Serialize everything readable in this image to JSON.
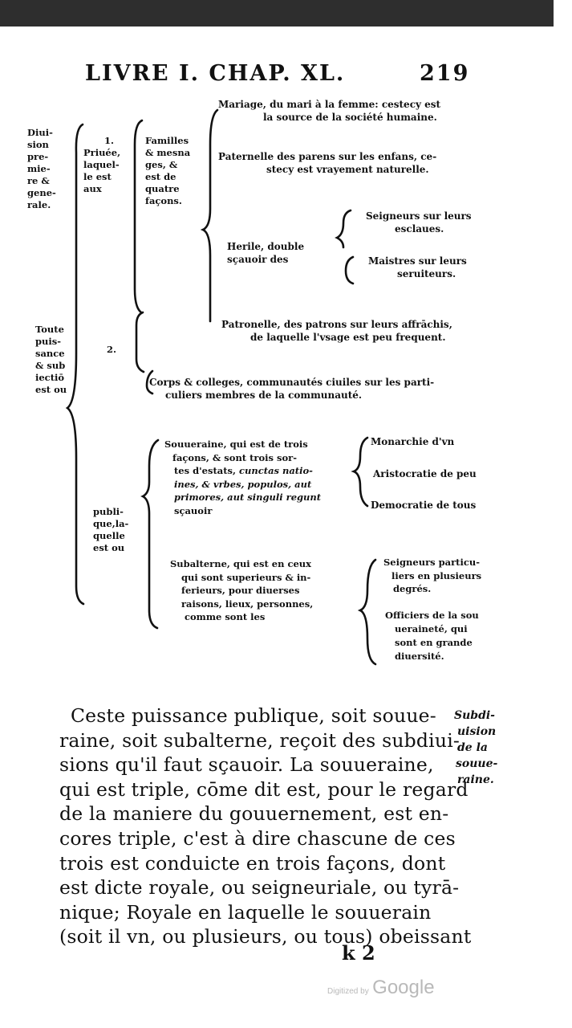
{
  "header": {
    "running_title": "LIVRE I. CHAP. XL.",
    "page_number": "219"
  },
  "outline": {
    "col1": [
      "Diui-",
      "sion",
      "pre-",
      "mie-",
      "re &",
      "gene-",
      "rale."
    ],
    "col1b": [
      "Toute",
      "puis-",
      "sance",
      "& sub",
      "iectiō",
      "est ou"
    ],
    "num1": "1.",
    "priuee": [
      "Priuée,",
      "laquel-",
      "le est",
      "aux"
    ],
    "num2": "2.",
    "publique": [
      "publi-",
      "que,la-",
      "quelle",
      "est ou"
    ],
    "familles": [
      "Familles",
      "& mesna",
      "ges, &",
      "est de",
      "quatre",
      "façons."
    ],
    "mariage": [
      "Mariage, du mari à la femme: cestecy est",
      "la source de la société humaine."
    ],
    "paternelle": [
      "Paternelle des parens sur les enfans, ce-",
      "stecy est vrayement naturelle."
    ],
    "herile": [
      "Herile, double",
      "sçauoir des"
    ],
    "seigneurs_esclaues": [
      "Seigneurs sur leurs",
      "esclaues."
    ],
    "maistres": [
      "Maistres sur leurs",
      "seruiteurs."
    ],
    "patronelle": [
      "Patronelle, des patrons sur leurs affrāchis,",
      "de laquelle l'vsage est peu frequent."
    ],
    "corps": [
      "Corps & colleges, communautés ciuiles sur les parti-",
      "culiers membres de la communauté."
    ],
    "souueraine": [
      "Souueraine, qui est de trois",
      "façons, & sont trois sor-",
      "tes d'estats,",
      "ines, & vrbes, populos, aut",
      "primores, aut singuli regunt",
      "sçauoir"
    ],
    "souueraine_italic_a": "cunctas natio-",
    "monarchie": "Monarchie d'vn",
    "aristocratie": "Aristocratie de peu",
    "democratie": "Democratie de tous",
    "subalterne": [
      "Subalterne, qui est en ceux",
      "qui sont superieurs & in-",
      "ferieurs, pour diuerses",
      "raisons, lieux, personnes,",
      "comme sont les"
    ],
    "seigneurs_partic": [
      "Seigneurs particu-",
      "liers en plusieurs",
      "degrés."
    ],
    "officiers": [
      "Officiers de la sou",
      "ueraineté, qui",
      "sont en grande",
      "diuersité."
    ]
  },
  "body_lines": [
    "Ceste puissance publique, soit souue-",
    "raine, soit subalterne, reçoit des subdiui-",
    "sions qu'il faut sçauoir. La souueraine,",
    "qui est triple, cōme dit est, pour le regard",
    "de la maniere du gouuernement, est en-",
    "cores triple, c'est à dire chascune de ces",
    "trois est conduicte en trois façons, dont",
    "est dicte royale, ou seigneuriale, ou tyrā-",
    "nique; Royale en laquelle le souuerain",
    "(soit il vn, ou plusieurs, ou tous) obeissant"
  ],
  "margin_note": [
    "Subdi-",
    "uision",
    "de la",
    "souue-",
    "raine."
  ],
  "signature": "k 2",
  "footer": {
    "digitized_prefix": "Digitized by",
    "brand": "Google"
  }
}
